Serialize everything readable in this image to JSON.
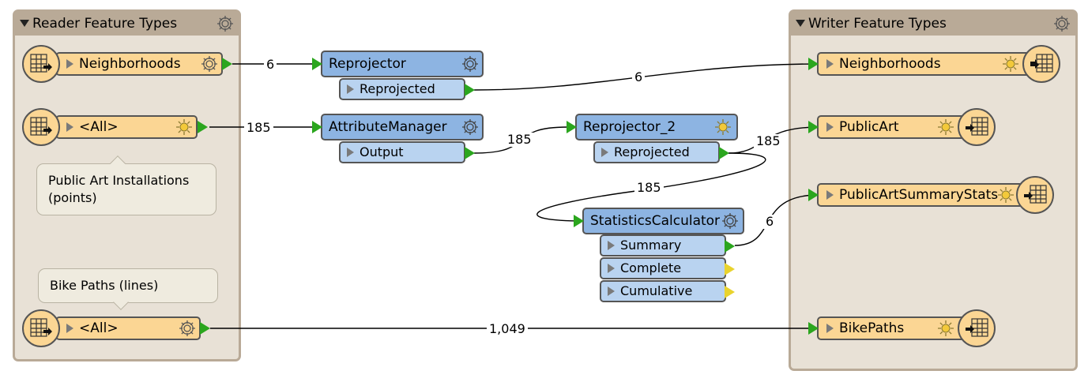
{
  "reader": {
    "title": "Reader Feature Types",
    "features": [
      "Neighborhoods",
      "<All>",
      "<All>"
    ]
  },
  "writer": {
    "title": "Writer Feature Types",
    "features": [
      "Neighborhoods",
      "PublicArt",
      "PublicArtSummaryStats",
      "BikePaths"
    ]
  },
  "annotations": {
    "public_art": "Public Art Installations (points)",
    "bike_paths": "Bike Paths (lines)"
  },
  "transformers": {
    "reprojector": {
      "name": "Reprojector",
      "port": "Reprojected"
    },
    "attribute_manager": {
      "name": "AttributeManager",
      "port": "Output"
    },
    "reprojector_2": {
      "name": "Reprojector_2",
      "port": "Reprojected"
    },
    "statistics_calculator": {
      "name": "StatisticsCalculator",
      "ports": [
        "Summary",
        "Complete",
        "Cumulative"
      ]
    }
  },
  "counts": {
    "neighborhoods_in": "6",
    "neighborhoods_out": "6",
    "public_art_in": "185",
    "attr_out": "185",
    "reproj2_out": "185",
    "reproj2_to_stats": "185",
    "summary_out": "6",
    "bike_paths": "1,049"
  },
  "colors": {
    "feature_orange": "#fbd694",
    "transformer_blue": "#8db4e2",
    "port_blue": "#b9d3f0",
    "bookmark_bg": "#e8e1d6",
    "bookmark_header": "#b9aa97",
    "port_green": "#2ba61e",
    "port_yellow": "#e9d32e"
  }
}
